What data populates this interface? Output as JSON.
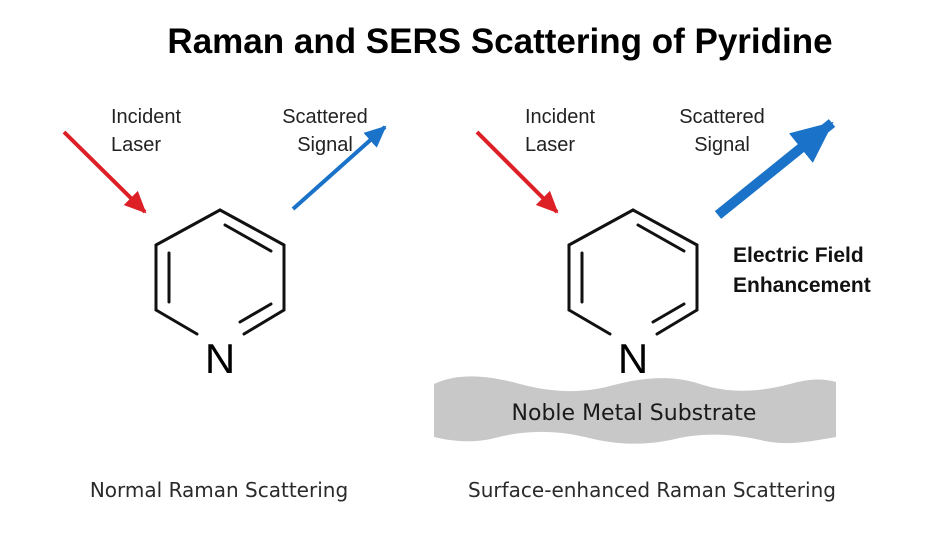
{
  "title": "Raman and SERS Scattering of Pyridine",
  "colors": {
    "laser": "#dd1f26",
    "signal": "#1a73c8",
    "substrate": "#c8c8c8",
    "bond": "#111111"
  },
  "left_panel": {
    "incident_label": [
      "Incident",
      "Laser"
    ],
    "scattered_label": [
      "Scattered",
      "Signal"
    ],
    "atom": "N",
    "caption": "Normal Raman Scattering"
  },
  "right_panel": {
    "incident_label": [
      "Incident",
      "Laser"
    ],
    "scattered_label": [
      "Scattered",
      "Signal"
    ],
    "enhancement_label": [
      "Electric Field",
      "Enhancement"
    ],
    "atom": "N",
    "substrate_label": "Noble Metal Substrate",
    "caption": "Surface-enhanced Raman Scattering"
  }
}
